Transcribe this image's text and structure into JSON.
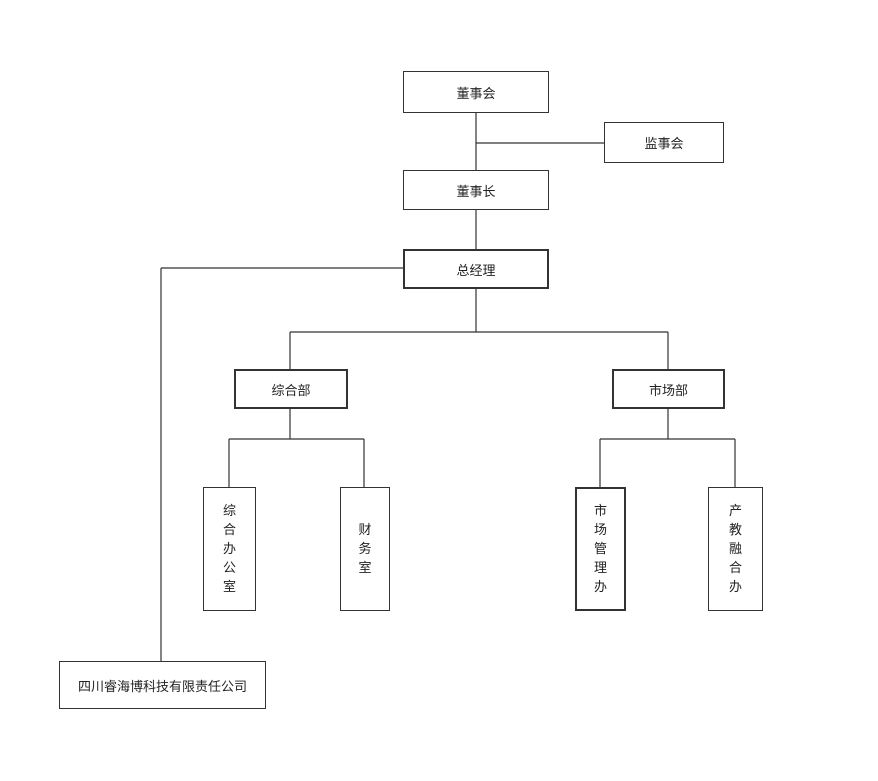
{
  "org_chart": {
    "board": "董事会",
    "supervisors": "监事会",
    "chairman": "董事长",
    "general_manager": "总经理",
    "general_dept": "综合部",
    "market_dept": "市场部",
    "general_office": "综合办公室",
    "finance_office": "财务室",
    "market_mgmt_office": "市场管理办",
    "industry_edu_office": "产教融合办",
    "company": "四川睿海博科技有限责任公司"
  },
  "colors": {
    "line": "#333333",
    "border": "#333333",
    "background": "#ffffff"
  }
}
